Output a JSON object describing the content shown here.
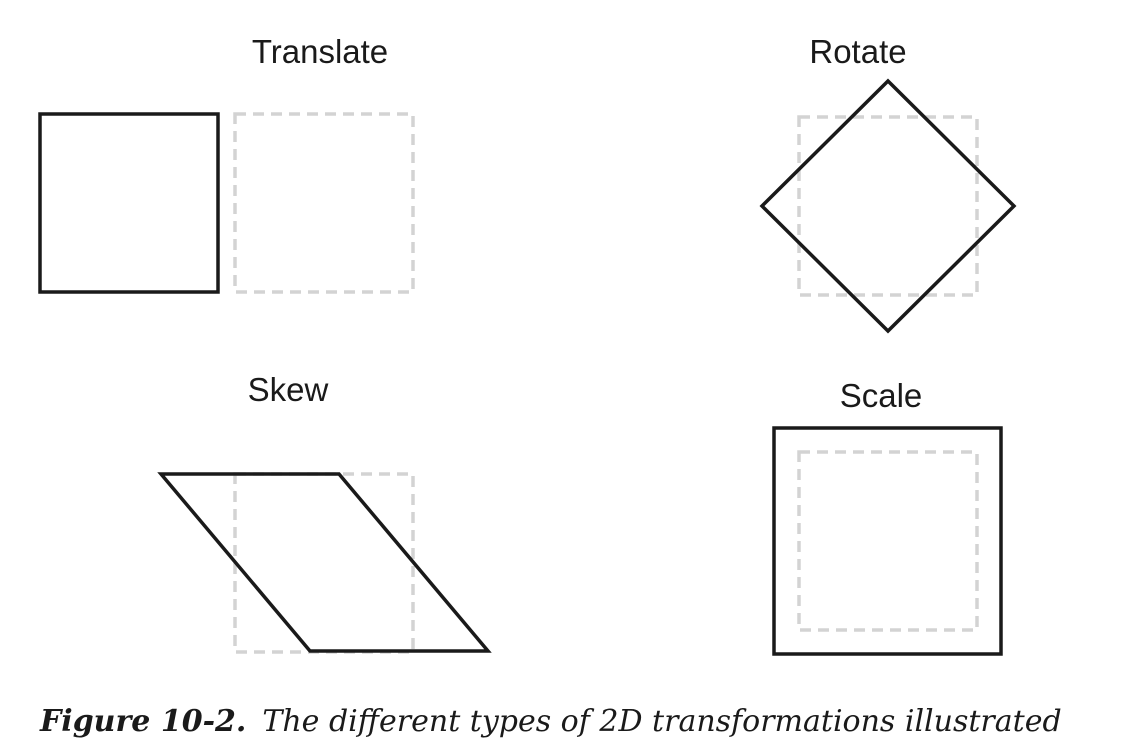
{
  "panels": {
    "translate": {
      "title": "Translate"
    },
    "rotate": {
      "title": "Rotate"
    },
    "skew": {
      "title": "Skew"
    },
    "scale": {
      "title": "Scale"
    }
  },
  "caption": {
    "label": "Figure 10-2.",
    "text": "The different types of 2D transformations illustrated"
  },
  "colors": {
    "original_outline": "#d3d3d3",
    "transformed_outline": "#1a1a1a"
  }
}
